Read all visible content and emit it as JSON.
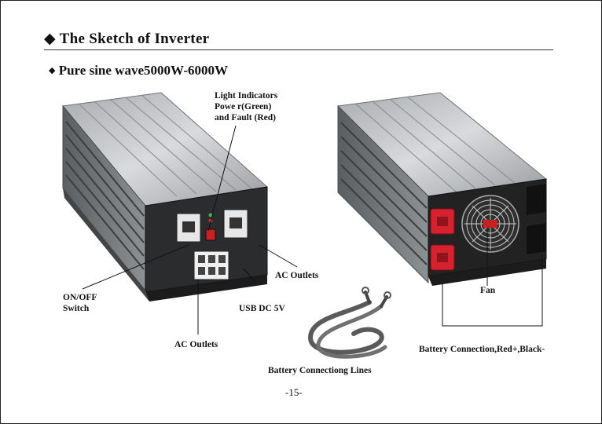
{
  "heading": {
    "bullet": "◆",
    "title": "The Sketch of Inverter"
  },
  "subheading": {
    "bullet": "◆",
    "title": "Pure sine wave5000W-6000W"
  },
  "labels": {
    "light_indicators": [
      "Light Indicators",
      "Powe r(Green)",
      "and Fault (Red)"
    ],
    "on_off_switch": [
      "ON/OFF",
      "Switch"
    ],
    "ac_outlets_right": "AC Outlets",
    "usb": "USB DC 5V",
    "ac_outlets_bottom": "AC Outlets",
    "battery_lines": "Battery Connectiong Lines",
    "fan": "Fan",
    "battery_connection": "Battery Connection,Red+,Black-"
  },
  "page_number": "-15-",
  "colors": {
    "terminal_red": "#d6222e",
    "housing": "#b9bcbf",
    "panel": "#2a2a2a"
  }
}
